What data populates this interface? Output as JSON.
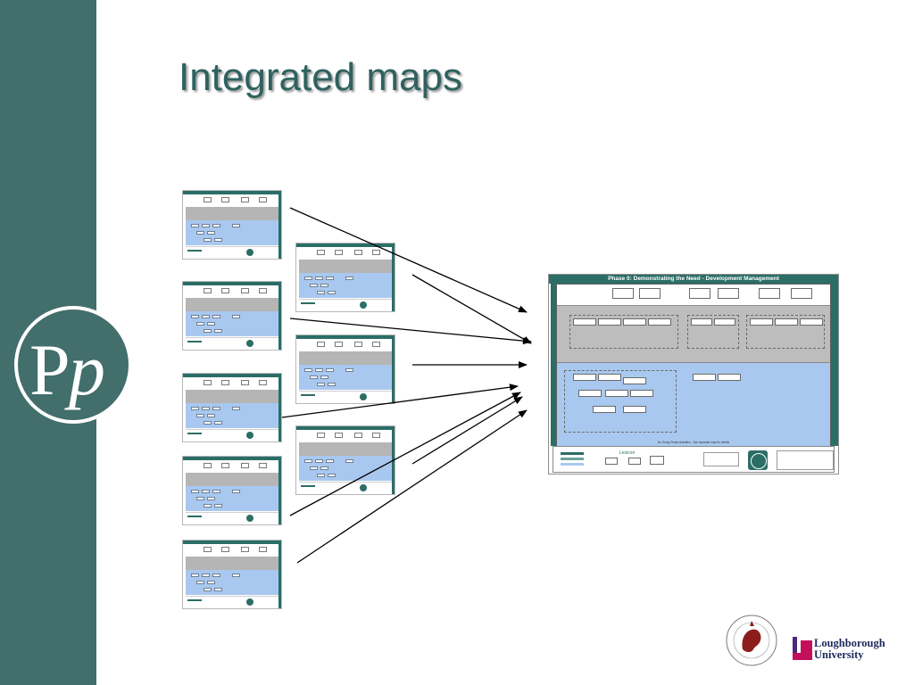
{
  "slide": {
    "title": "Integrated maps"
  },
  "branding": {
    "sidebar_color": "#426e6b",
    "accent_color": "#2f625f",
    "logo_icon": "pp-logo-icon"
  },
  "main_map": {
    "title": "Phase 0: Demonstrating the Need - Development Management",
    "footer_note": "No Going Phase Activities - See separate map for details",
    "lexicon_title": "Lexicon"
  },
  "thumbnails_count_note": "",
  "logos": {
    "lboro_line1": "Loughborough",
    "lboro_line2": "University",
    "salford_icon": "salford-university-crest-icon"
  }
}
